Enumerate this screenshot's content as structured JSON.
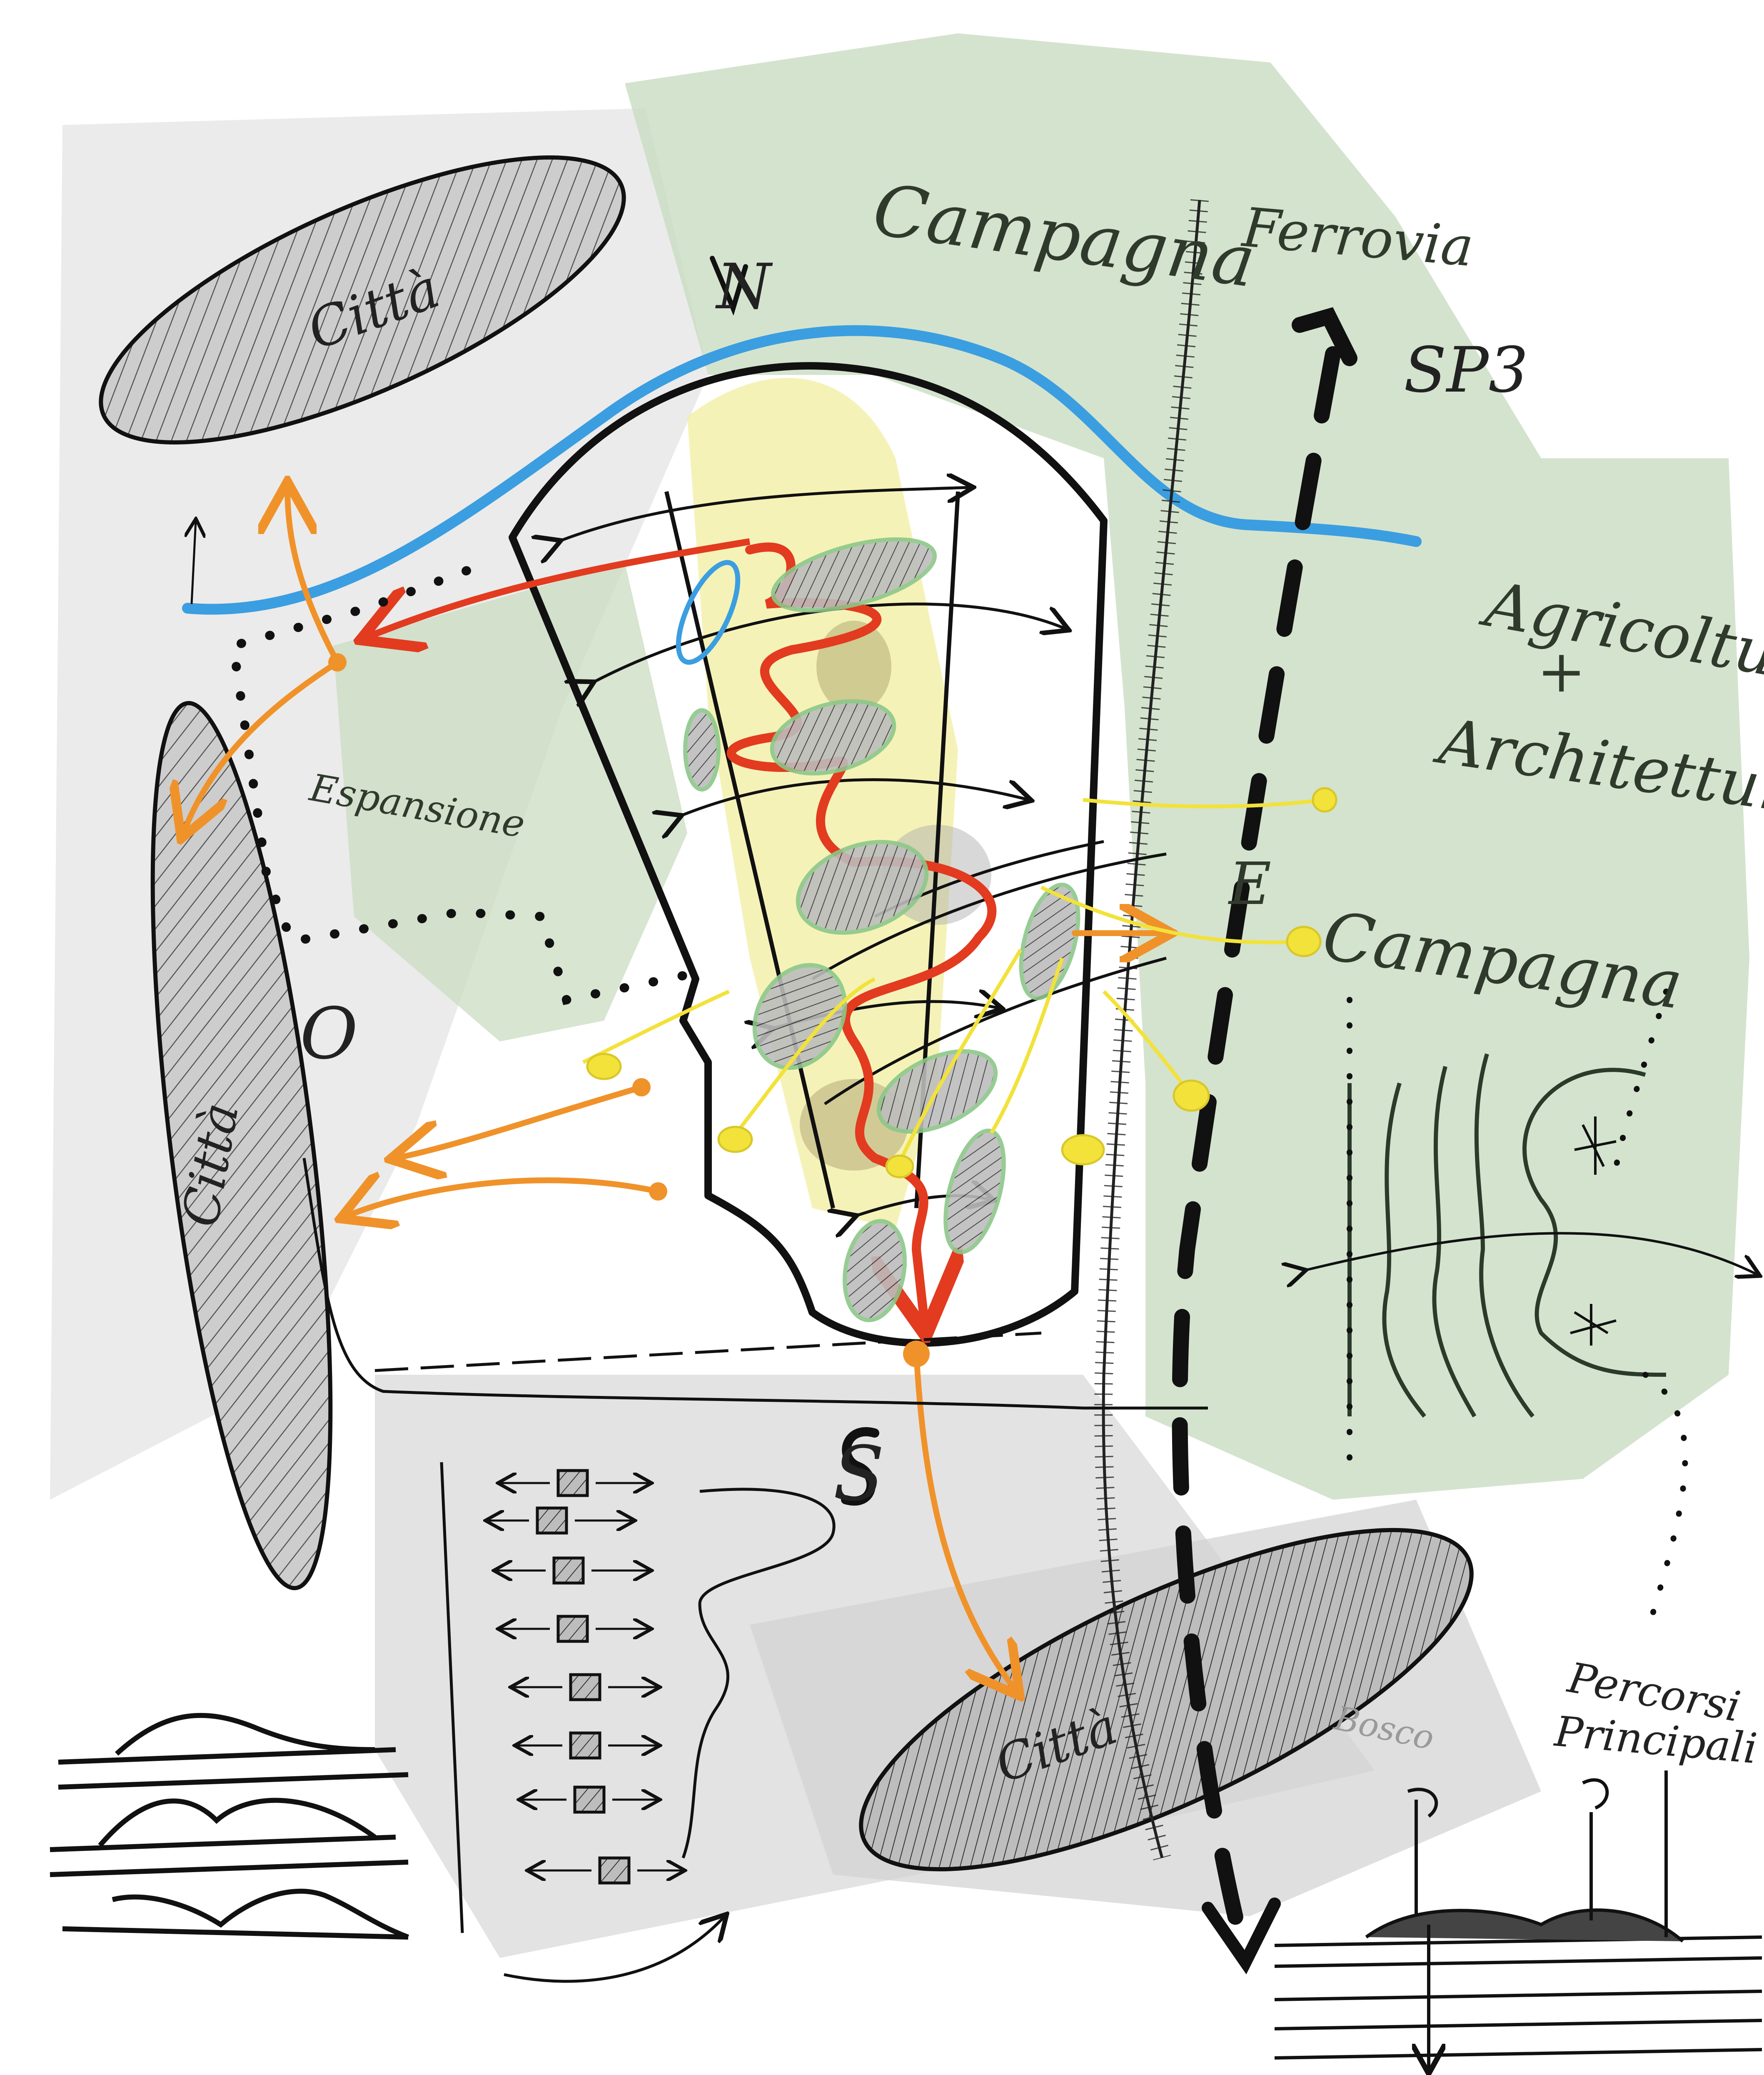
{
  "labels": {
    "north": "N",
    "south": "S",
    "west": "O",
    "east": "E",
    "city_top": "Città",
    "city_left": "Città",
    "city_bottom": "Città",
    "countryside_top": "Campagna",
    "countryside_right": "Campagna",
    "railway": "Ferrovia",
    "road": "SP3",
    "expansion": "Espansione",
    "agri_line1": "Agricoltura",
    "agri_plus": "+",
    "agri_line2": "Architettura",
    "paths_line1": "Percorsi",
    "paths_line2": "Principali",
    "woods": "Bosco"
  },
  "colors": {
    "river": "#3b9ee0",
    "red_path": "#e23b1f",
    "orange_arrow": "#f0922a",
    "yellow_link": "#f2e23a",
    "green_area": "#c9dcc2",
    "yellow_area": "#f2eda0",
    "grey_wash": "#cfcfcf",
    "ink": "#111111"
  }
}
